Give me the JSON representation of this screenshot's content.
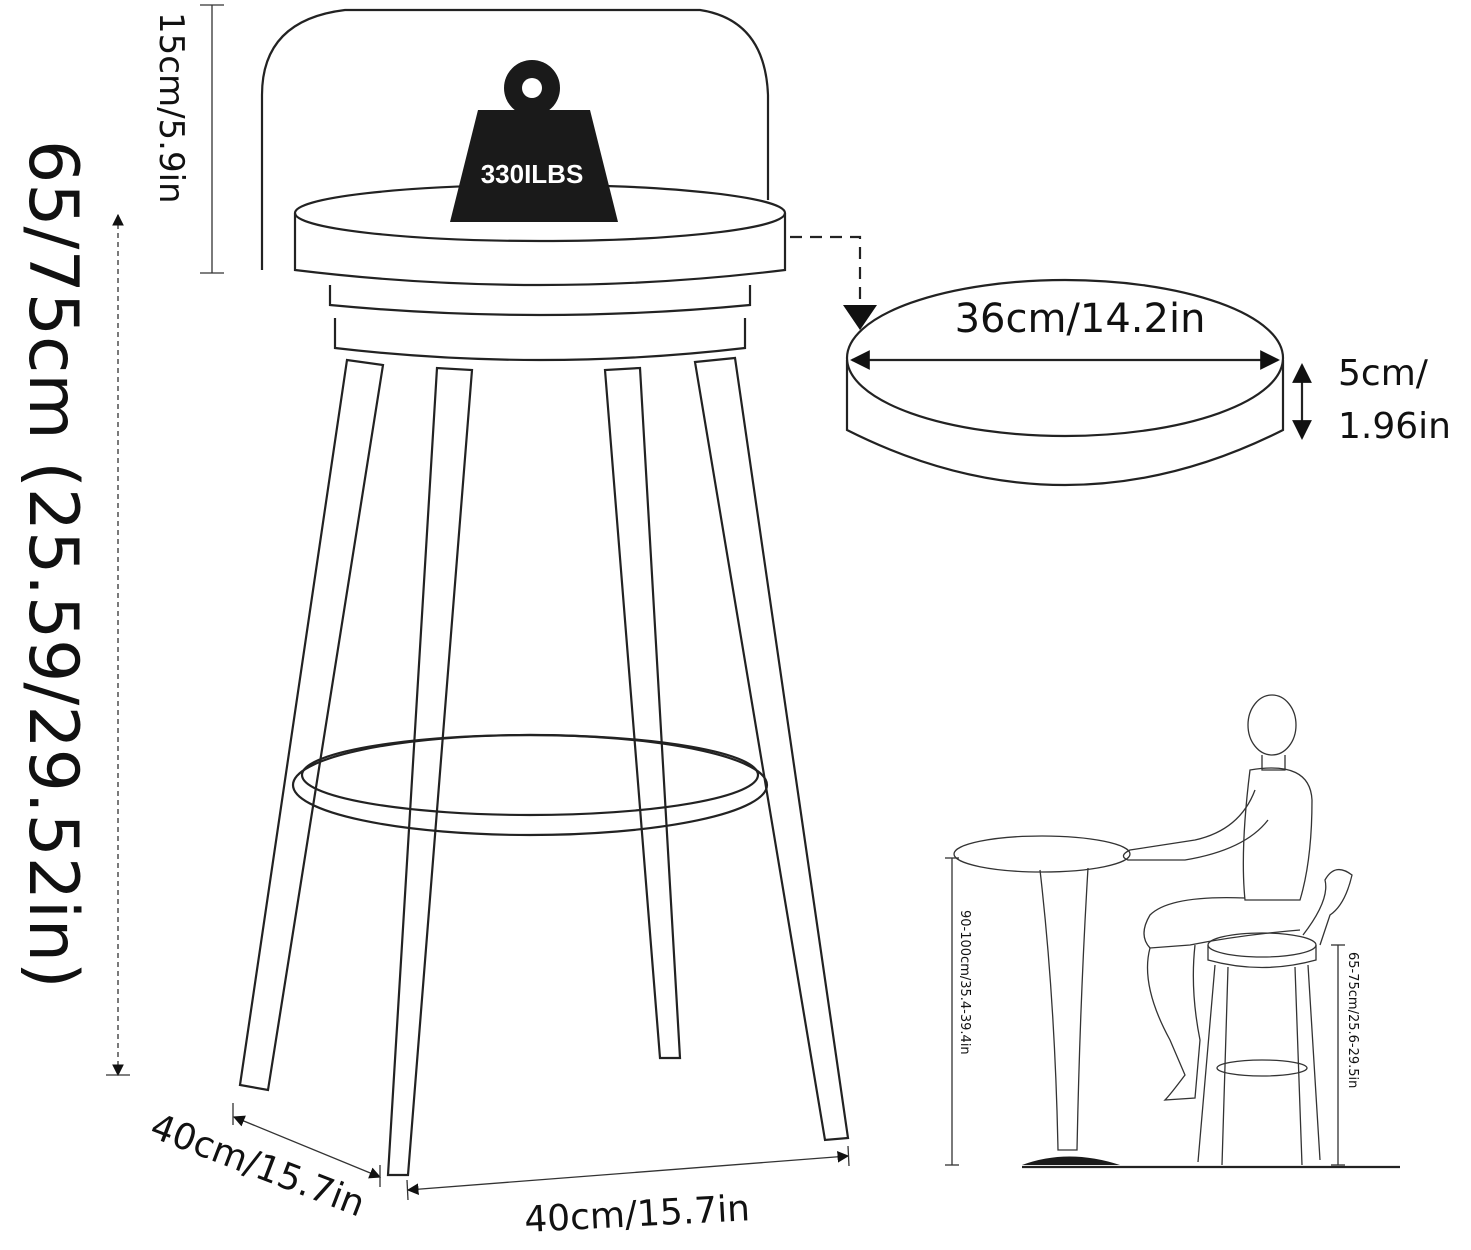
{
  "weight_badge": {
    "text": "330ILBS"
  },
  "dimensions": {
    "total_height": "65/75cm (25.59/29.52in)",
    "backrest_height": "15cm/5.9in",
    "seat_diameter": "36cm/14.2in",
    "seat_thickness_cm": "5cm/",
    "seat_thickness_in": "1.96in",
    "base_depth": "40cm/15.7in",
    "base_width": "40cm/15.7in"
  },
  "scene": {
    "table_height": "90-100cm/35.4-39.4in",
    "seat_height": "65-75cm/25.6-29.5in"
  },
  "colors": {
    "ink": "#111111",
    "weight_fill": "#1a1a1a",
    "weight_text": "#ffffff"
  }
}
